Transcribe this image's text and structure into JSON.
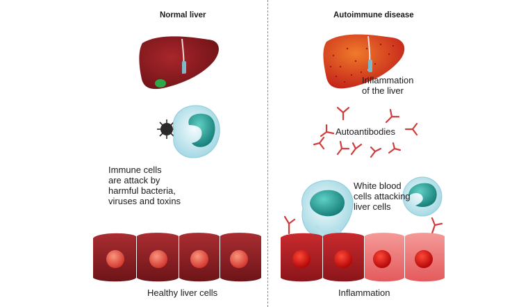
{
  "left_panel": {
    "title": "Normal liver",
    "immune_caption": "Immune cells\nare attack by\nharmful bacteria,\nviruses and toxins",
    "cells_caption": "Healthy liver cells",
    "colors": {
      "liver": "#8e1a1f",
      "cell": "#9c2228",
      "nucleus": "#e8483b"
    }
  },
  "right_panel": {
    "title": "Autoimmune disease",
    "liver_caption": "Inflammation\nof the liver",
    "antibodies_caption": "Autoantibodies",
    "wbc_caption": "White blood\ncells attacking\nliver cells",
    "cells_caption": "Inflammation",
    "colors": {
      "liver": "#d8301e",
      "antibody": "#d33a3a",
      "cell": "#ea5e5e",
      "nucleus": "#e20d0d"
    }
  },
  "colors": {
    "immune_cell": "#bfe7ee",
    "immune_nucleus": "#1ea39b",
    "bacterium": "#2a2a2a",
    "gallbladder": "#2fa84a"
  }
}
